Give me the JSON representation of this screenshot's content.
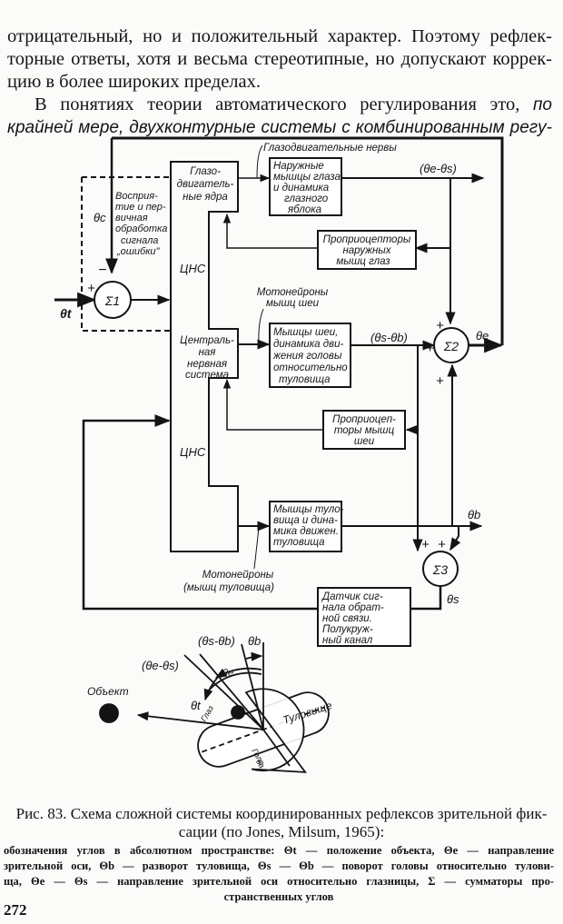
{
  "body_text": {
    "lines": [
      "отрицательный, но и положительный характер. Поэтому рефлек-",
      "торные ответы, хотя и весьма стереотипные, но допускают коррек-",
      "цию в более широких пределах."
    ],
    "para2_line1_regular": "В понятиях теории автоматического регулирования это,",
    "para2_line1_italic": "по",
    "para2_line2_italic": "крайней мере, двухконтурные системы с комбинированным регу-"
  },
  "diagram": {
    "nodes": {
      "oculomotor_nuclei": [
        "Глазо-",
        "двигатель-",
        "ные ядра"
      ],
      "cns_upper": "ЦНС",
      "cns_lower": "ЦНС",
      "central_nervous_system": [
        "Централь-",
        "ная",
        "нервная",
        "система"
      ],
      "perception": [
        "Восприя-",
        "тие и пер-",
        "вичная",
        "обработка",
        "сигнала",
        "„ошибки\""
      ],
      "eye_muscles": [
        "Наружные",
        "мышцы глаза",
        "и динамика",
        "глазного",
        "яблока"
      ],
      "eye_proprioceptors": [
        "Проприоцепторы",
        "наружных",
        "мышц глаз"
      ],
      "neck_muscles": [
        "Мышцы шеи,",
        "динамика дви-",
        "жения головы",
        "относительно",
        "туловища"
      ],
      "neck_proprioceptors": [
        "Проприоцеп-",
        "торы мышц",
        "шеи"
      ],
      "trunk_muscles": [
        "Мышцы туло-",
        "вища и дина-",
        "мика движен.",
        "туловища"
      ],
      "feedback_sensor": [
        "Датчик сиг-",
        "нала обрат-",
        "ной связи.",
        "Полукруж-",
        "ный канал"
      ],
      "sum1": "Σ1",
      "sum2": "Σ2",
      "sum3": "Σ3"
    },
    "labels": {
      "oculomotor_nerves": "Глазодвигательные нервы",
      "neck_motoneurons": [
        "Мотонейроны",
        "мышц шеи"
      ],
      "trunk_motoneurons": [
        "Мотонейроны",
        "(мышц туловища)"
      ],
      "theta_e_minus_s": "(θe-θs)",
      "theta_s_minus_b": "(θs-θb)",
      "theta_e_out": "θe",
      "theta_b_out": "θb",
      "theta_s": "θs",
      "theta_c": "θc",
      "theta_t": "θt",
      "plus": "+",
      "minus": "−"
    },
    "geometry_labels": {
      "object": "Объект",
      "trunk": "Туловище",
      "head": [
        "Голо",
        "ва"
      ],
      "eye": "Глаз",
      "theta_e_minus_s": "(θe-θs)",
      "theta_s_minus_b": "(θs-θb)",
      "theta_b": "θb",
      "theta_e": "θe",
      "theta_t": "θt"
    }
  },
  "caption": {
    "title_line1": "Рис. 83. Схема сложной системы координированных рефлексов зрительной фик-",
    "title_line2": "сации (по Jones, Milsum, 1965):",
    "legend_lines": [
      "обозначения углов в абсолютном пространстве: Θt — положение объекта, Θe — направление",
      "зрительной оси, Θb — разворот туловища, Θs — Θb — поворот головы относительно тулови-",
      "ща, Θe — Θs — направление зрительной оси относительно глазницы, Σ — сумматоры про-",
      "странственных углов"
    ]
  },
  "page_number": "272"
}
